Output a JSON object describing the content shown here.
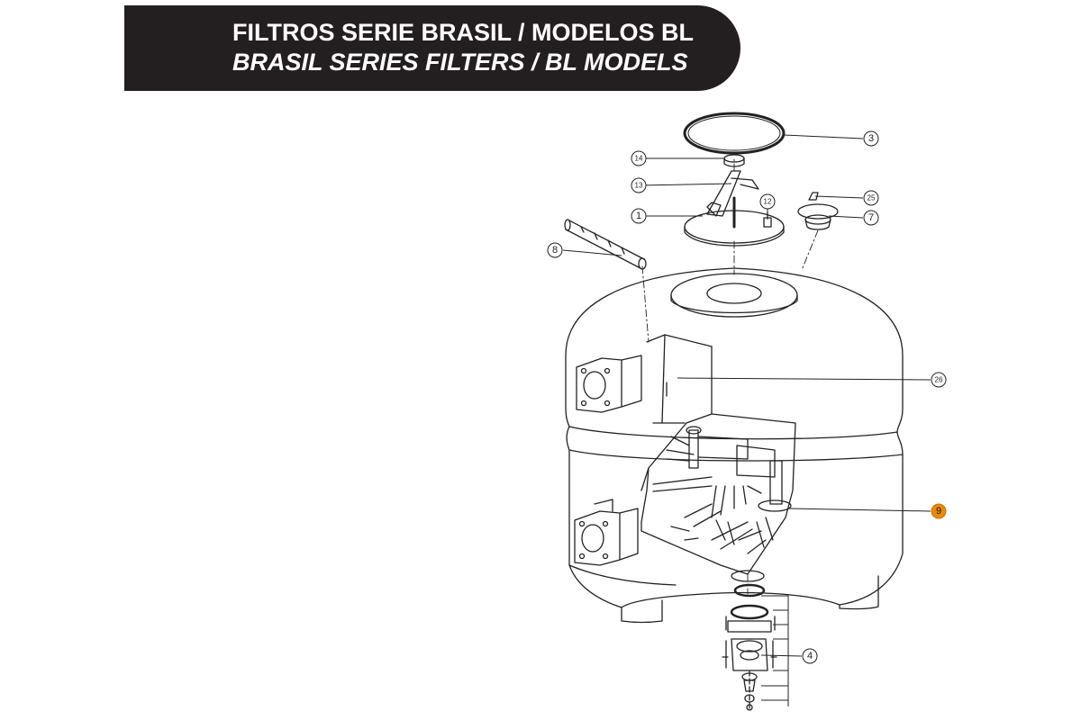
{
  "header": {
    "title_es": "FILTROS SERIE BRASIL / MODELOS BL",
    "title_en": "BRASIL SERIES FILTERS / BL MODELS"
  },
  "diagram": {
    "callouts": [
      {
        "id": "3",
        "label": "3"
      },
      {
        "id": "14",
        "label": "14"
      },
      {
        "id": "13",
        "label": "13"
      },
      {
        "id": "12",
        "label": "12"
      },
      {
        "id": "25",
        "label": "25"
      },
      {
        "id": "1",
        "label": "1"
      },
      {
        "id": "7",
        "label": "7"
      },
      {
        "id": "8",
        "label": "8"
      },
      {
        "id": "26",
        "label": "26"
      },
      {
        "id": "9",
        "label": "9",
        "highlight": true
      },
      {
        "id": "4",
        "label": "4"
      }
    ],
    "colors": {
      "line": "#222222",
      "highlight": "#e8890c",
      "banner": "#231f20"
    }
  }
}
